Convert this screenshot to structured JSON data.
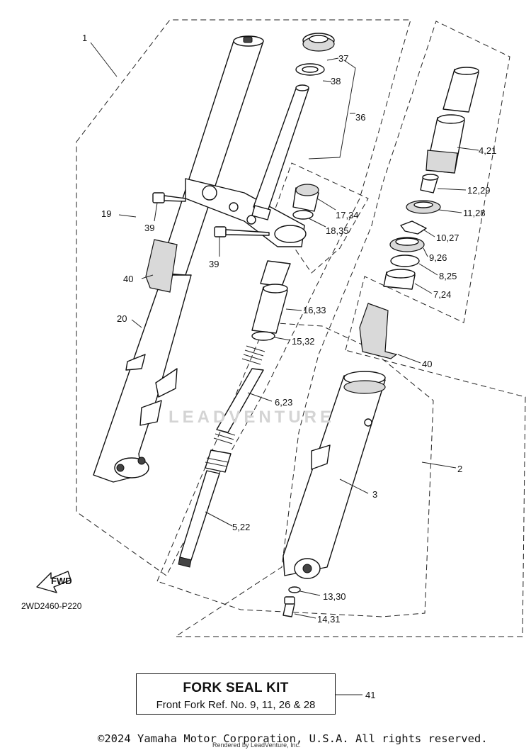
{
  "diagram": {
    "code": "2WD2460-P220",
    "fwd_label": "FWD",
    "watermark": "LEADVENTURE"
  },
  "callouts": [
    "1",
    "37",
    "38",
    "36",
    "4,21",
    "12,29",
    "17,34",
    "11,28",
    "18,35",
    "10,27",
    "19",
    "39",
    "39",
    "9,26",
    "40",
    "8,25",
    "7,24",
    "16,33",
    "20",
    "15,32",
    "40",
    "6,23",
    "2",
    "3",
    "5,22",
    "13,30",
    "14,31",
    "41"
  ],
  "kit": {
    "title": "FORK SEAL KIT",
    "description": "Front Fork Ref. No. 9, 11, 26 & 28"
  },
  "footer": {
    "copyright": "©2024 Yamaha Motor Corporation, U.S.A. All rights reserved.",
    "rendered_by": "Rendered by LeadVenture, Inc."
  }
}
